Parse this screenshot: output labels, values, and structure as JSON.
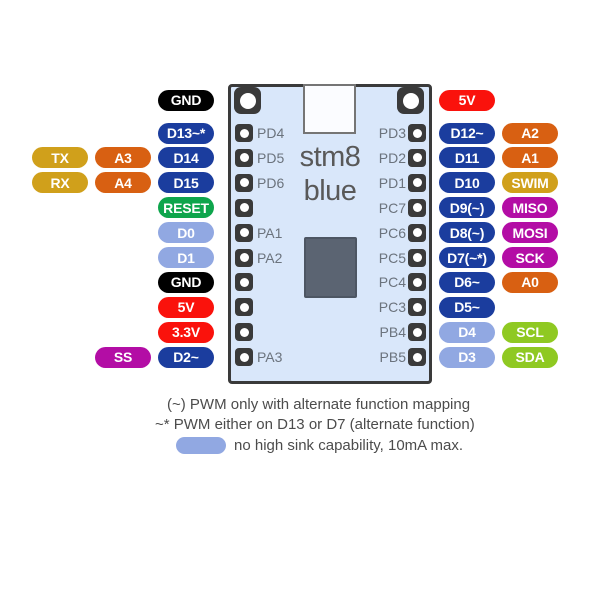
{
  "palette": {
    "blue": "#1b3d9e",
    "periwinkle": "#91a8e2",
    "red": "#fa120c",
    "black": "#000000",
    "green": "#0ea54c",
    "gold": "#d0a01b",
    "orange": "#d86012",
    "magenta": "#b30da5",
    "lime": "#8fc922",
    "board_fill": "#d9e7fa",
    "board_border": "#3a3a3a",
    "chip": "#5b6472",
    "pin_label_text": "#6b737d",
    "board_text": "#595959",
    "legend_text": "#4c4c4c"
  },
  "board": {
    "name_line1": "stm8",
    "name_line2": "blue",
    "left_pin_labels": [
      "PD4",
      "PD5",
      "PD6",
      "",
      "PA1",
      "PA2",
      "",
      "",
      "",
      "PA3"
    ],
    "right_pin_labels": [
      "PD3",
      "PD2",
      "PD1",
      "PC7",
      "PC6",
      "PC5",
      "PC4",
      "PC3",
      "PB4",
      "PB5"
    ]
  },
  "left_rows": [
    {
      "badges": [
        {
          "label": "GND",
          "color": "black"
        }
      ]
    },
    {
      "badges": [
        {
          "label": "D13~*",
          "color": "blue"
        }
      ]
    },
    {
      "badges": [
        {
          "label": "TX",
          "color": "gold"
        },
        {
          "label": "A3",
          "color": "orange"
        },
        {
          "label": "D14",
          "color": "blue"
        }
      ]
    },
    {
      "badges": [
        {
          "label": "RX",
          "color": "gold"
        },
        {
          "label": "A4",
          "color": "orange"
        },
        {
          "label": "D15",
          "color": "blue"
        }
      ]
    },
    {
      "badges": [
        {
          "label": "RESET",
          "color": "green"
        }
      ]
    },
    {
      "badges": [
        {
          "label": "D0",
          "color": "periwinkle"
        }
      ]
    },
    {
      "badges": [
        {
          "label": "D1",
          "color": "periwinkle"
        }
      ]
    },
    {
      "badges": [
        {
          "label": "GND",
          "color": "black"
        }
      ]
    },
    {
      "badges": [
        {
          "label": "5V",
          "color": "red"
        }
      ]
    },
    {
      "badges": [
        {
          "label": "3.3V",
          "color": "red"
        }
      ]
    },
    {
      "badges": [
        {
          "label": "SS",
          "color": "magenta"
        },
        {
          "label": "D2~",
          "color": "blue"
        }
      ]
    }
  ],
  "right_rows": [
    {
      "badges": [
        {
          "label": "5V",
          "color": "red"
        }
      ]
    },
    {
      "badges": [
        {
          "label": "D12~",
          "color": "blue"
        },
        {
          "label": "A2",
          "color": "orange"
        }
      ]
    },
    {
      "badges": [
        {
          "label": "D11",
          "color": "blue"
        },
        {
          "label": "A1",
          "color": "orange"
        }
      ]
    },
    {
      "badges": [
        {
          "label": "D10",
          "color": "blue"
        },
        {
          "label": "SWIM",
          "color": "gold"
        }
      ]
    },
    {
      "badges": [
        {
          "label": "D9(~)",
          "color": "blue"
        },
        {
          "label": "MISO",
          "color": "magenta"
        }
      ]
    },
    {
      "badges": [
        {
          "label": "D8(~)",
          "color": "blue"
        },
        {
          "label": "MOSI",
          "color": "magenta"
        }
      ]
    },
    {
      "badges": [
        {
          "label": "D7(~*)",
          "color": "blue"
        },
        {
          "label": "SCK",
          "color": "magenta"
        }
      ]
    },
    {
      "badges": [
        {
          "label": "D6~",
          "color": "blue"
        },
        {
          "label": "A0",
          "color": "orange"
        }
      ]
    },
    {
      "badges": [
        {
          "label": "D5~",
          "color": "blue"
        }
      ]
    },
    {
      "badges": [
        {
          "label": "D4",
          "color": "periwinkle"
        },
        {
          "label": "SCL",
          "color": "lime"
        }
      ]
    },
    {
      "badges": [
        {
          "label": "D3",
          "color": "periwinkle"
        },
        {
          "label": "SDA",
          "color": "lime"
        }
      ]
    }
  ],
  "legend": {
    "line1": "(~) PWM only with alternate function mapping",
    "line2": "~* PWM either on D13 or D7 (alternate function)",
    "line3_text": "no high sink capability, 10mA max.",
    "line3_badge_color": "periwinkle"
  }
}
